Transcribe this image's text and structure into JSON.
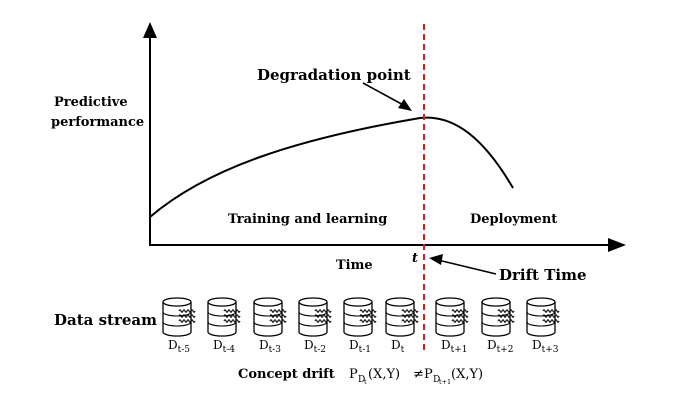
{
  "axes": {
    "y_label_line1": "Predictive",
    "y_label_line2": "performance",
    "x_label": "Time",
    "time_marker": "t"
  },
  "annotations": {
    "degradation_point": "Degradation point",
    "drift_time": "Drift Time",
    "training_phase": "Training and learning",
    "deployment_phase": "Deployment"
  },
  "data_stream": {
    "label": "Data stream",
    "items": [
      {
        "base": "D",
        "sub": "t-5"
      },
      {
        "base": "D",
        "sub": "t-4"
      },
      {
        "base": "D",
        "sub": "t-3"
      },
      {
        "base": "D",
        "sub": "t-2"
      },
      {
        "base": "D",
        "sub": "t-1"
      },
      {
        "base": "D",
        "sub": "t"
      },
      {
        "base": "D",
        "sub": "t+1"
      },
      {
        "base": "D",
        "sub": "t+2"
      },
      {
        "base": "D",
        "sub": "t+3"
      }
    ]
  },
  "concept_drift": {
    "label": "Concept drift",
    "lhs_base": "P",
    "lhs_sub_base": "D",
    "lhs_sub_sub": "t",
    "lhs_args": "(X,Y)",
    "neq": "≠",
    "rhs_base": "P",
    "rhs_sub_base": "D",
    "rhs_sub_sub": "t+1",
    "rhs_args": "(X,Y)"
  },
  "colors": {
    "drift_line": "#e01b1b",
    "ink": "#000000"
  }
}
